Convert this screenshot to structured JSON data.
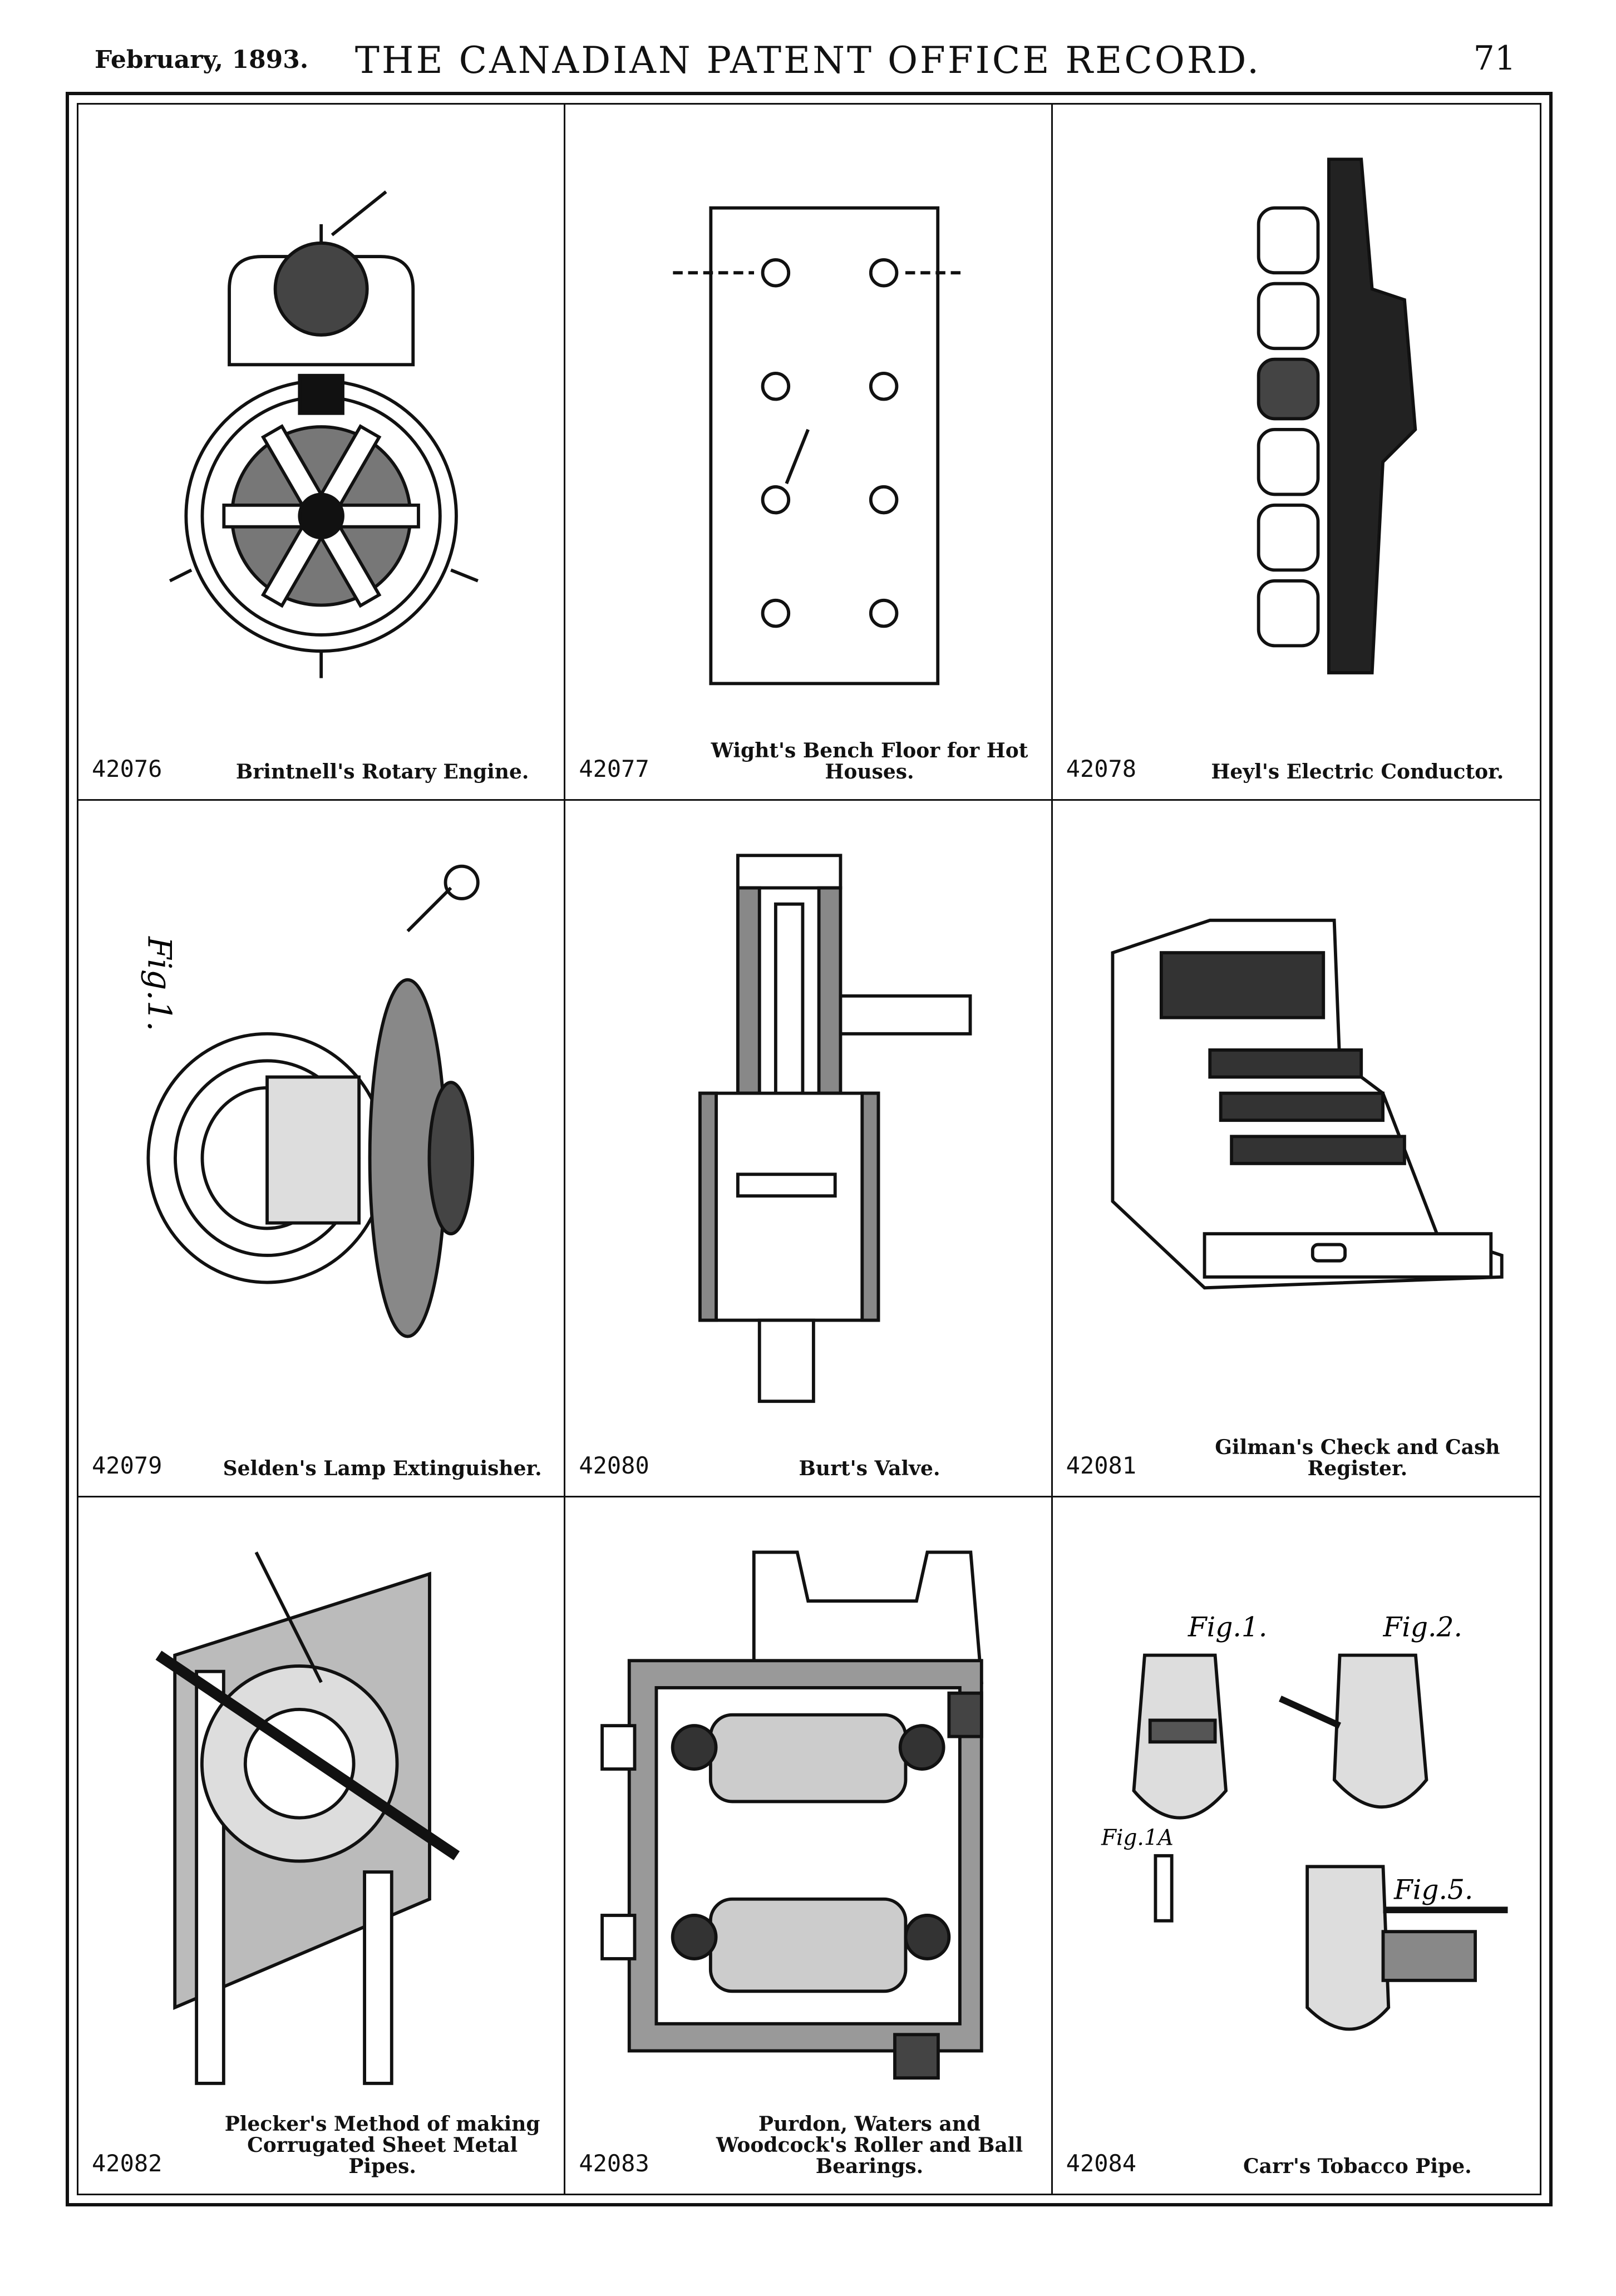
{
  "header": {
    "date": "February, 1893.",
    "title": "THE CANADIAN PATENT OFFICE RECORD.",
    "page": "71"
  },
  "patents": [
    {
      "number": "42076",
      "title": "Brintnell's Rotary Engine."
    },
    {
      "number": "42077",
      "title": "Wight's Bench Floor for Hot Houses."
    },
    {
      "number": "42078",
      "title": "Heyl's Electric Conductor."
    },
    {
      "number": "42079",
      "title": "Selden's Lamp Extinguisher."
    },
    {
      "number": "42080",
      "title": "Burt's Valve."
    },
    {
      "number": "42081",
      "title": "Gilman's Check and Cash Register."
    },
    {
      "number": "42082",
      "title": "Plecker's Method of making Corrugated Sheet Metal Pipes."
    },
    {
      "number": "42083",
      "title": "Purdon, Waters and Woodcock's Roller and Ball Bearings."
    },
    {
      "number": "42084",
      "title": "Carr's Tobacco Pipe."
    }
  ],
  "figure_labels": {
    "fig1": "Fig.1.",
    "fig2": "Fig.2.",
    "fig5": "Fig.5.",
    "fig1a": "Fig.1A",
    "fig_selden": "Fig.1."
  }
}
